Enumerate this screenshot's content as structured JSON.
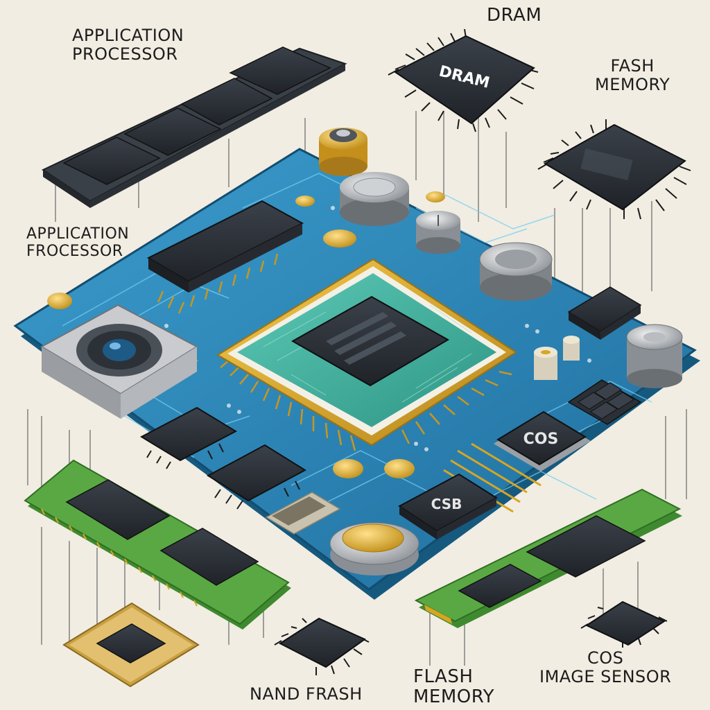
{
  "labels": {
    "app_proc_top": [
      "APPLICATION",
      "PROCESSOR"
    ],
    "dram_top": "DRAM",
    "flash_memory_top": [
      "FASH",
      "MEMORY"
    ],
    "app_proc_left": [
      "APPLICATION",
      "FROCESSOR"
    ],
    "nand_flash": "NAND FRASH",
    "flash_memory_bottom": [
      "FLASH",
      "MEMORY"
    ],
    "cmos_image_sensor": [
      "COS",
      "IMAGE SENSOR"
    ]
  },
  "chip_marks": {
    "dram_chip": "DRAM",
    "cos_chip": "COS",
    "csb_chip": "CSB"
  },
  "colors": {
    "background": "#f1ede2",
    "pcb_blue": "#2a7fb3",
    "pcb_trace": "#4fb3e0",
    "chip_dark": "#2b2f36",
    "gold": "#d9a521",
    "green_board": "#4f9b3a",
    "teal_core": "#3cb4a0"
  }
}
